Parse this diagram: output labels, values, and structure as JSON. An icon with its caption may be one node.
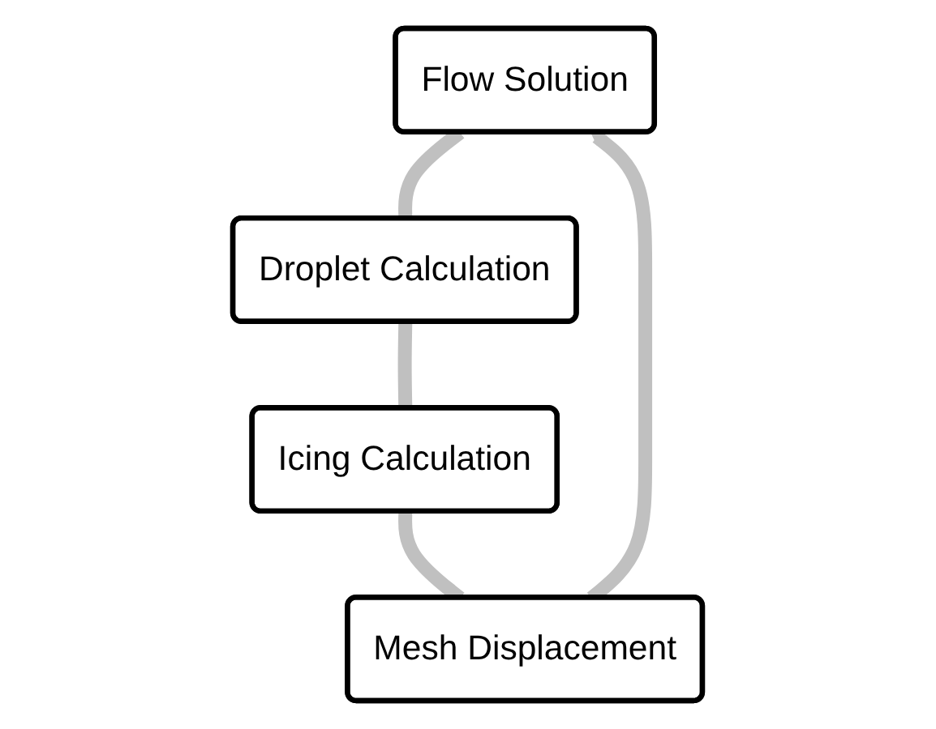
{
  "diagram": {
    "nodes": [
      {
        "text": [
          "Flow Solution"
        ]
      },
      {
        "text": [
          "Droplet Calculation"
        ]
      },
      {
        "text": [
          "Icing Calculation"
        ]
      },
      {
        "text": [
          "Mesh Displacement"
        ]
      }
    ],
    "edges": [
      {
        "from": 0,
        "to": 1,
        "arrow": "none"
      },
      {
        "from": 1,
        "to": 2,
        "arrow": "none"
      },
      {
        "from": 2,
        "to": 3,
        "arrow": "none"
      },
      {
        "from": 3,
        "to": 0,
        "arrow": "to"
      }
    ]
  }
}
